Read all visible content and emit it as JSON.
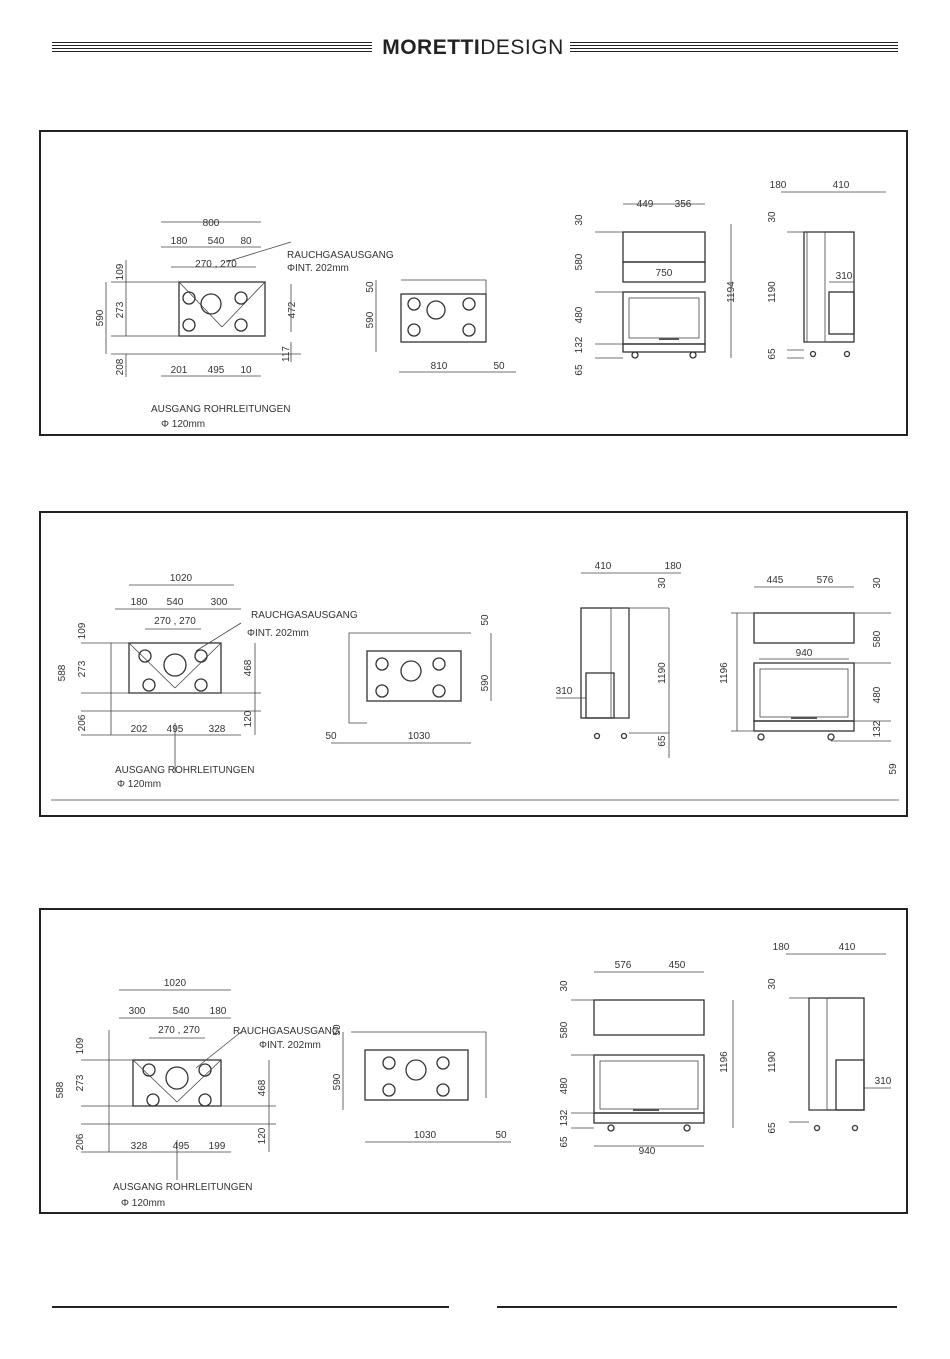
{
  "header": {
    "brand_bold": "MORETTI",
    "brand_light": "DESIGN"
  },
  "labels": {
    "flue": "RAUCHGASAUSGANG",
    "flue_dia": "ΦINT. 202mm",
    "pipes": "AUSGANG ROHRLEITUNGEN",
    "pipes_dia": "Φ 120mm"
  },
  "panel1": {
    "plan": {
      "w_total": "800",
      "w_left": "180",
      "w_mid": "540",
      "w_right": "80",
      "h_top": "109",
      "h_mid": "273",
      "h_total": "590",
      "h_bot": "208",
      "h_right": "472",
      "h_right_bot": "117",
      "b_left": "201",
      "b_mid": "495",
      "b_right": "10",
      "spacing": "270 , 270"
    },
    "top": {
      "h": "590",
      "h_top": "50",
      "w": "810",
      "w_right": "50"
    },
    "front": {
      "w_l": "449",
      "w_r": "356",
      "h_30": "30",
      "h_580": "580",
      "h_480": "480",
      "h_132": "132",
      "h_65": "65",
      "w_750": "750",
      "h_total": "1194"
    },
    "side": {
      "w_l": "180",
      "w_r": "410",
      "h_30": "30",
      "h_1190": "1190",
      "h_65": "65",
      "w_310": "310"
    }
  },
  "panel2": {
    "plan": {
      "w_total": "1020",
      "w_left": "180",
      "w_mid": "540",
      "w_right": "300",
      "h_top": "109",
      "h_mid": "273",
      "h_total": "588",
      "h_bot": "206",
      "h_right": "468",
      "h_right_bot": "120",
      "b_left": "202",
      "b_mid": "495",
      "b_right": "328",
      "spacing": "270 , 270"
    },
    "top": {
      "h": "590",
      "h_top": "50",
      "w": "1030",
      "w_left": "50"
    },
    "side": {
      "w_l": "410",
      "w_r": "180",
      "h_30": "30",
      "h_1190": "1190",
      "h_65": "65",
      "w_310": "310"
    },
    "front": {
      "w_l": "445",
      "w_r": "576",
      "h_30": "30",
      "h_580": "580",
      "h_480": "480",
      "h_132": "132",
      "h_59": "59",
      "w_940": "940",
      "h_total": "1196"
    }
  },
  "panel3": {
    "plan": {
      "w_total": "1020",
      "w_left": "300",
      "w_mid": "540",
      "w_right": "180",
      "h_top": "109",
      "h_mid": "273",
      "h_total": "588",
      "h_bot": "206",
      "h_right": "468",
      "h_right_bot": "120",
      "b_left": "328",
      "b_mid": "495",
      "b_right": "199",
      "spacing": "270 , 270"
    },
    "top": {
      "h": "590",
      "h_top": "50",
      "w": "1030",
      "w_right": "50"
    },
    "front": {
      "w_l": "576",
      "w_r": "450",
      "h_30": "30",
      "h_580": "580",
      "h_480": "480",
      "h_132": "132",
      "h_65": "65",
      "w_940": "940",
      "h_total": "1196"
    },
    "side": {
      "w_l": "180",
      "w_r": "410",
      "h_30": "30",
      "h_1190": "1190",
      "h_65": "65",
      "w_310": "310"
    }
  }
}
